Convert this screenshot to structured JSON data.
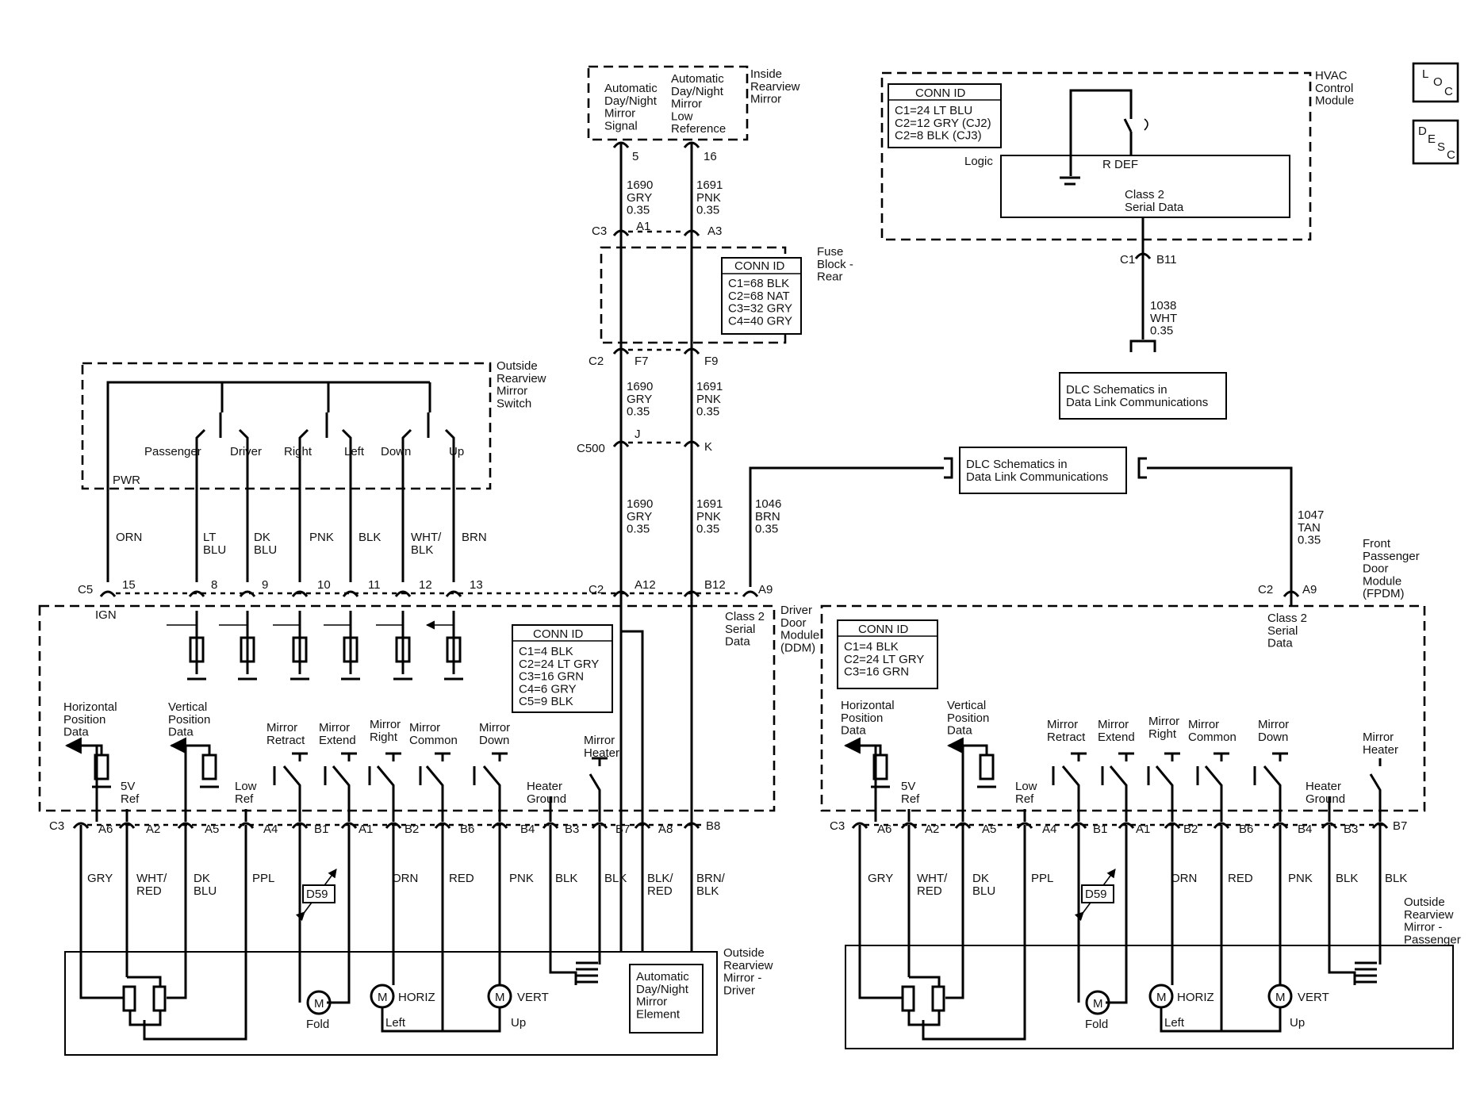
{
  "labels": {
    "inside_mirror": "Inside\nRearview\nMirror",
    "auto_mirror_signal": "Automatic\nDay/Night\nMirror\nSignal",
    "auto_mirror_low_ref": "Automatic\nDay/Night\nMirror\nLow\nReference",
    "fuse_block": "Fuse\nBlock -\nRear",
    "hvac_module": "HVAC\nControl\nModule",
    "logic": "Logic",
    "r_def": "R DEF",
    "class2_serial_data": "Class 2\nSerial Data",
    "class2_serial_data_3": "Class 2\nSerial\nData",
    "dlc_schematics": "DLC Schematics in\nData Link Communications",
    "outside_mirror_switch": "Outside\nRearview\nMirror\nSwitch",
    "passenger": "Passenger",
    "driver": "Driver",
    "right": "Right",
    "left": "Left",
    "down": "Down",
    "up": "Up",
    "pwr": "PWR",
    "ign": "IGN",
    "driver_door_module": "Driver\nDoor\nModule\n(DDM)",
    "fpdm": "Front\nPassenger\nDoor\nModule\n(FPDM)",
    "horizontal_position_data": "Horizontal\nPosition\nData",
    "vertical_position_data": "Vertical\nPosition\nData",
    "five_v_ref": "5V\nRef",
    "low_ref": "Low\nRef",
    "mirror_retract": "Mirror\nRetract",
    "mirror_extend": "Mirror\nExtend",
    "mirror_right": "Mirror\nRight",
    "mirror_common": "Mirror\nCommon",
    "mirror_down": "Mirror\nDown",
    "heater_ground": "Heater\nGround",
    "mirror_heater": "Mirror\nHeater",
    "outside_mirror_driver": "Outside\nRearview\nMirror -\nDriver",
    "outside_mirror_passenger": "Outside\nRearview\nMirror -\nPassenger",
    "auto_mirror_element": "Automatic\nDay/Night\nMirror\nElement",
    "motor": "M",
    "horiz": "HORIZ",
    "vert": "VERT",
    "fold": "Fold",
    "d59": "D59",
    "loc_l": "L",
    "loc_o": "O",
    "loc_c": "C",
    "desc_d": "D",
    "desc_e": "E",
    "desc_s": "S",
    "desc_c": "C"
  },
  "conn_id": {
    "title": "CONN ID",
    "hvac": "C1=24 LT BLU\nC2=12 GRY (CJ2)\nC2=8 BLK (CJ3)",
    "fuse": "C1=68 BLK\nC2=68 NAT\nC3=32 GRY\nC4=40 GRY",
    "ddm": "C1=4 BLK\nC2=24 LT GRY\nC3=16 GRN\nC4=6 GRY\nC5=9 BLK",
    "fpdm": "C1=4 BLK\nC2=24 LT GRY\nC3=16 GRN"
  },
  "connectors": {
    "c1": "C1",
    "c2": "C2",
    "c3": "C3",
    "c5": "C5",
    "c500": "C500",
    "p5": "5",
    "p16": "16",
    "a1": "A1",
    "a2": "A2",
    "a3": "A3",
    "a4": "A4",
    "a5": "A5",
    "a6": "A6",
    "a8": "A8",
    "a9": "A9",
    "a12": "A12",
    "b1": "B1",
    "b2": "B2",
    "b3": "B3",
    "b4": "B4",
    "b6": "B6",
    "b7": "B7",
    "b8": "B8",
    "b11": "B11",
    "b12": "B12",
    "f7": "F7",
    "f9": "F9",
    "j": "J",
    "k": "K",
    "p8": "8",
    "p9": "9",
    "p10": "10",
    "p11": "11",
    "p12": "12",
    "p13": "13",
    "p15": "15"
  },
  "wires": {
    "w1690": "1690\nGRY\n0.35",
    "w1691": "1691\nPNK\n0.35",
    "w1038": "1038\nWHT\n0.35",
    "w1046": "1046\nBRN\n0.35",
    "w1047": "1047\nTAN\n0.35",
    "orn": "ORN",
    "lt_blu": "LT\nBLU",
    "dk_blu": "DK\nBLU",
    "pnk": "PNK",
    "blk": "BLK",
    "wht_blk": "WHT/\nBLK",
    "brn": "BRN",
    "gry": "GRY",
    "wht_red": "WHT/\nRED",
    "ppl": "PPL",
    "red": "RED",
    "blk_red": "BLK/\nRED",
    "brn_blk": "BRN/\nBLK"
  }
}
